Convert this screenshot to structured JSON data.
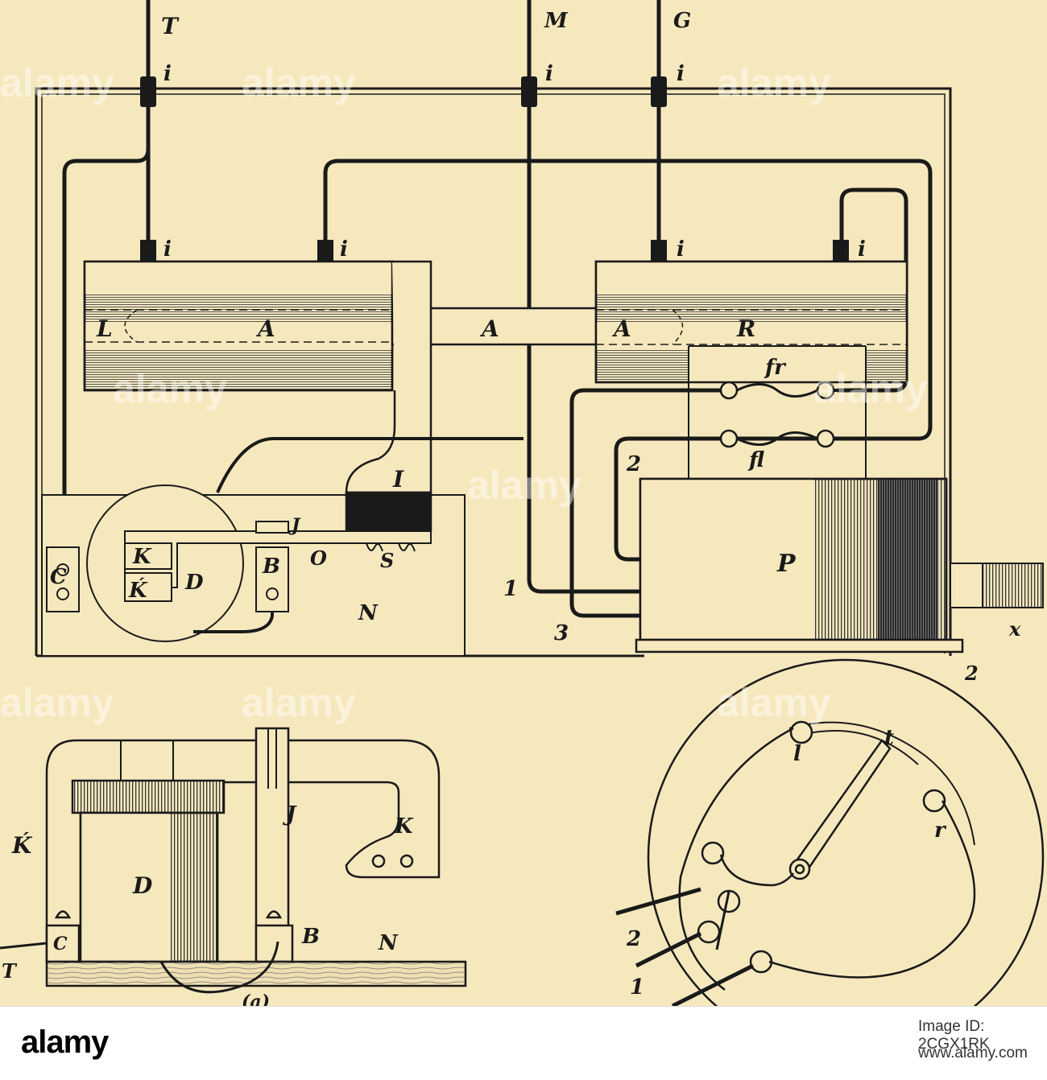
{
  "labels": {
    "T": "T",
    "M": "M",
    "G": "G",
    "i": "i",
    "L": "L",
    "A": "A",
    "R": "R",
    "fr": "fr",
    "fl": "fl",
    "I": "I",
    "J": "J",
    "K": "K",
    "K_prime": "Ḱ",
    "C": "C",
    "D": "D",
    "B": "B",
    "O": "O",
    "S": "S",
    "N": "N",
    "P": "P",
    "x": "x",
    "one": "1",
    "two": "2",
    "three": "3",
    "l_small": "l",
    "r_small": "r",
    "t_small": "t",
    "a_caption": "(a)"
  },
  "watermark": {
    "text": "alamy"
  },
  "footer": {
    "logo_text": "alamy",
    "image_id": "Image ID: 2CGX1RK",
    "site": "www.alamy.com"
  },
  "colors": {
    "paper": "#f6e8bd",
    "ink": "#1a1a1a",
    "wire": "#2a2a2a"
  }
}
